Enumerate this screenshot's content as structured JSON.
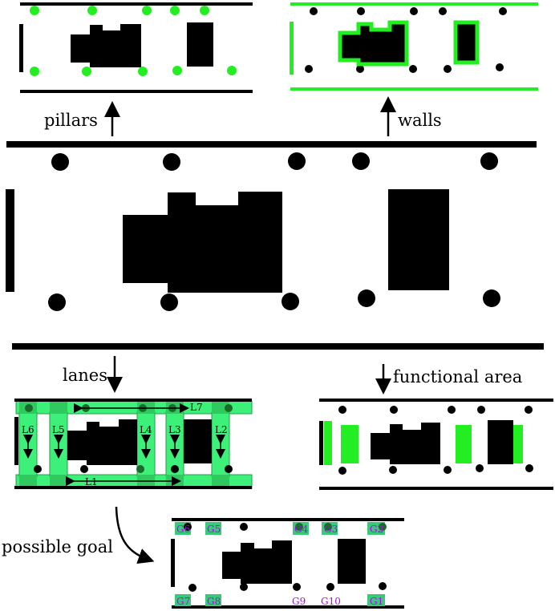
{
  "labels": {
    "pillars": "pillars",
    "walls": "walls",
    "lanes": "lanes",
    "functional_area": "functional area",
    "possible_goal": "possible goal"
  },
  "lanes": [
    "L1",
    "L2",
    "L3",
    "L4",
    "L5",
    "L6",
    "L7"
  ],
  "goals": [
    "G1",
    "G2",
    "G3",
    "G4",
    "G5",
    "G6",
    "G7",
    "G8",
    "G9",
    "G10"
  ],
  "colors": {
    "ink": "#000000",
    "highlight": "#22ee22",
    "lane_fill": "#3cf07a",
    "goal_box": "#3cc87a",
    "goal_text": "#b400ff"
  }
}
